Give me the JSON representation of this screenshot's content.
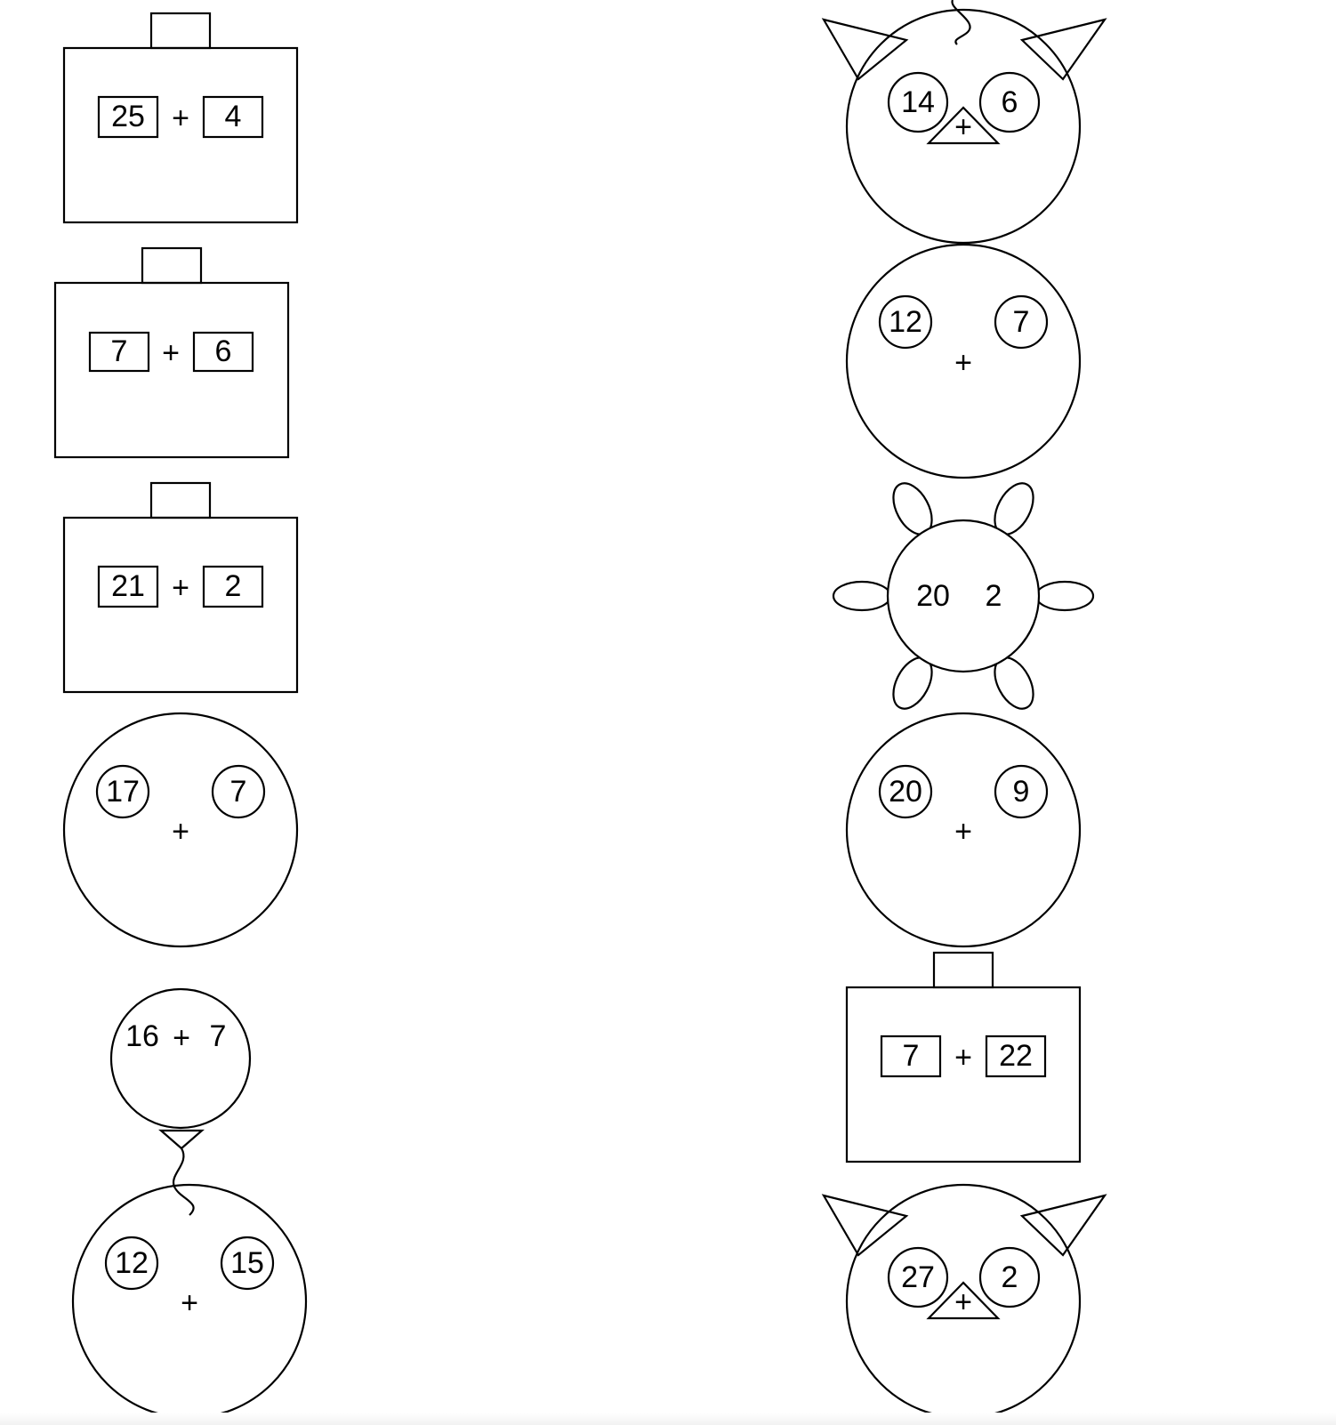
{
  "colors": {
    "stroke": "#000000",
    "background": "#ffffff"
  },
  "figures": [
    {
      "kind": "briefcase",
      "left": "25",
      "op": "+",
      "right": "4"
    },
    {
      "kind": "briefcase",
      "left": "7",
      "op": "+",
      "right": "6"
    },
    {
      "kind": "briefcase",
      "left": "21",
      "op": "+",
      "right": "2"
    },
    {
      "kind": "circle-face",
      "left": "17",
      "op": "+",
      "right": "7"
    },
    {
      "kind": "balloon",
      "left": "16",
      "op": "+",
      "right": "7"
    },
    {
      "kind": "circle-face",
      "left": "12",
      "op": "+",
      "right": "15"
    },
    {
      "kind": "cat-face",
      "left": "14",
      "op": "+",
      "right": "6"
    },
    {
      "kind": "circle-face",
      "left": "12",
      "op": "+",
      "right": "7"
    },
    {
      "kind": "turtle",
      "left": "20",
      "right": "2"
    },
    {
      "kind": "circle-face",
      "left": "20",
      "op": "+",
      "right": "9"
    },
    {
      "kind": "briefcase",
      "left": "7",
      "op": "+",
      "right": "22"
    },
    {
      "kind": "cat-face",
      "left": "27",
      "op": "+",
      "right": "2"
    }
  ]
}
